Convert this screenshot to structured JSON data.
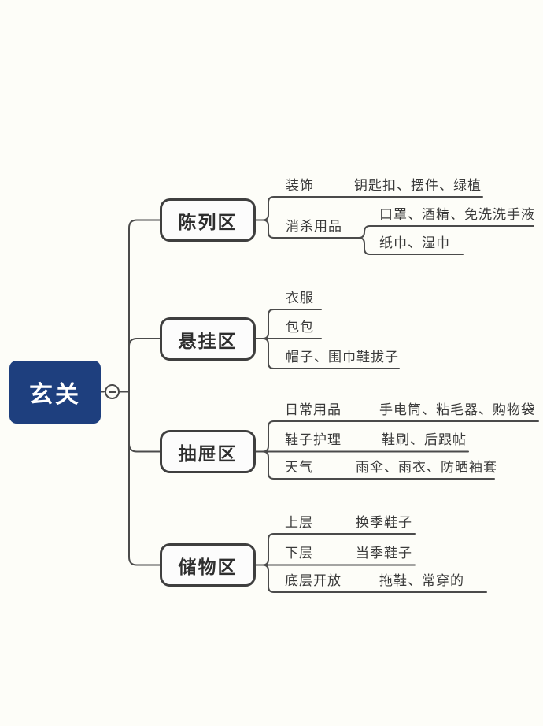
{
  "colors": {
    "background": "#fdfdf8",
    "root_fill": "#1e3f7e",
    "root_text": "#ffffff",
    "branch_border": "#3f3f3f",
    "branch_fill": "#fcfcfc",
    "connector_line": "#4b4b4b",
    "topic_text": "#3a3a3a"
  },
  "icons": {
    "collapse_toggle": "minus-circle-icon"
  },
  "root": {
    "label": "玄关"
  },
  "branches": [
    {
      "label": "陈列区",
      "children": [
        {
          "label": "装饰",
          "children": [
            {
              "label": "钥匙扣、摆件、绿植"
            }
          ]
        },
        {
          "label": "消杀用品",
          "children": [
            {
              "label": "口罩、酒精、免洗洗手液"
            },
            {
              "label": "纸巾、湿巾"
            }
          ]
        }
      ]
    },
    {
      "label": "悬挂区",
      "children": [
        {
          "label": "衣服"
        },
        {
          "label": "包包"
        },
        {
          "label": "帽子、围巾鞋拔子"
        }
      ]
    },
    {
      "label": "抽屉区",
      "children": [
        {
          "label": "日常用品",
          "children": [
            {
              "label": "手电筒、粘毛器、购物袋"
            }
          ]
        },
        {
          "label": "鞋子护理",
          "children": [
            {
              "label": "鞋刷、后跟帖"
            }
          ]
        },
        {
          "label": "天气",
          "children": [
            {
              "label": "雨伞、雨衣、防晒袖套"
            }
          ]
        }
      ]
    },
    {
      "label": "储物区",
      "children": [
        {
          "label": "上层",
          "children": [
            {
              "label": "换季鞋子"
            }
          ]
        },
        {
          "label": "下层",
          "children": [
            {
              "label": "当季鞋子"
            }
          ]
        },
        {
          "label": "底层开放",
          "children": [
            {
              "label": "拖鞋、常穿的"
            }
          ]
        }
      ]
    }
  ]
}
